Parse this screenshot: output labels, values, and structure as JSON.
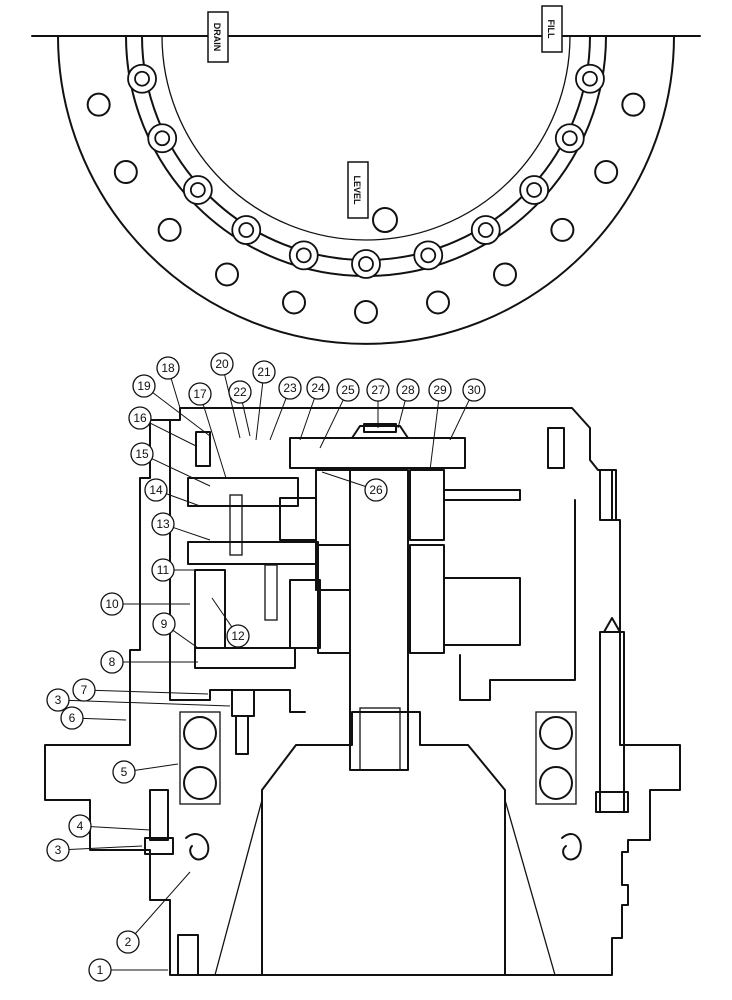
{
  "plate_labels": [
    {
      "id": "drain",
      "text": "DRAIN"
    },
    {
      "id": "fill",
      "text": "FILL"
    },
    {
      "id": "level",
      "text": "LEVEL"
    }
  ],
  "callouts": [
    "1",
    "2",
    "3",
    "3",
    "4",
    "5",
    "6",
    "7",
    "8",
    "9",
    "10",
    "11",
    "12",
    "13",
    "14",
    "15",
    "16",
    "17",
    "18",
    "19",
    "20",
    "21",
    "22",
    "23",
    "24",
    "25",
    "26",
    "27",
    "28",
    "29",
    "30"
  ]
}
